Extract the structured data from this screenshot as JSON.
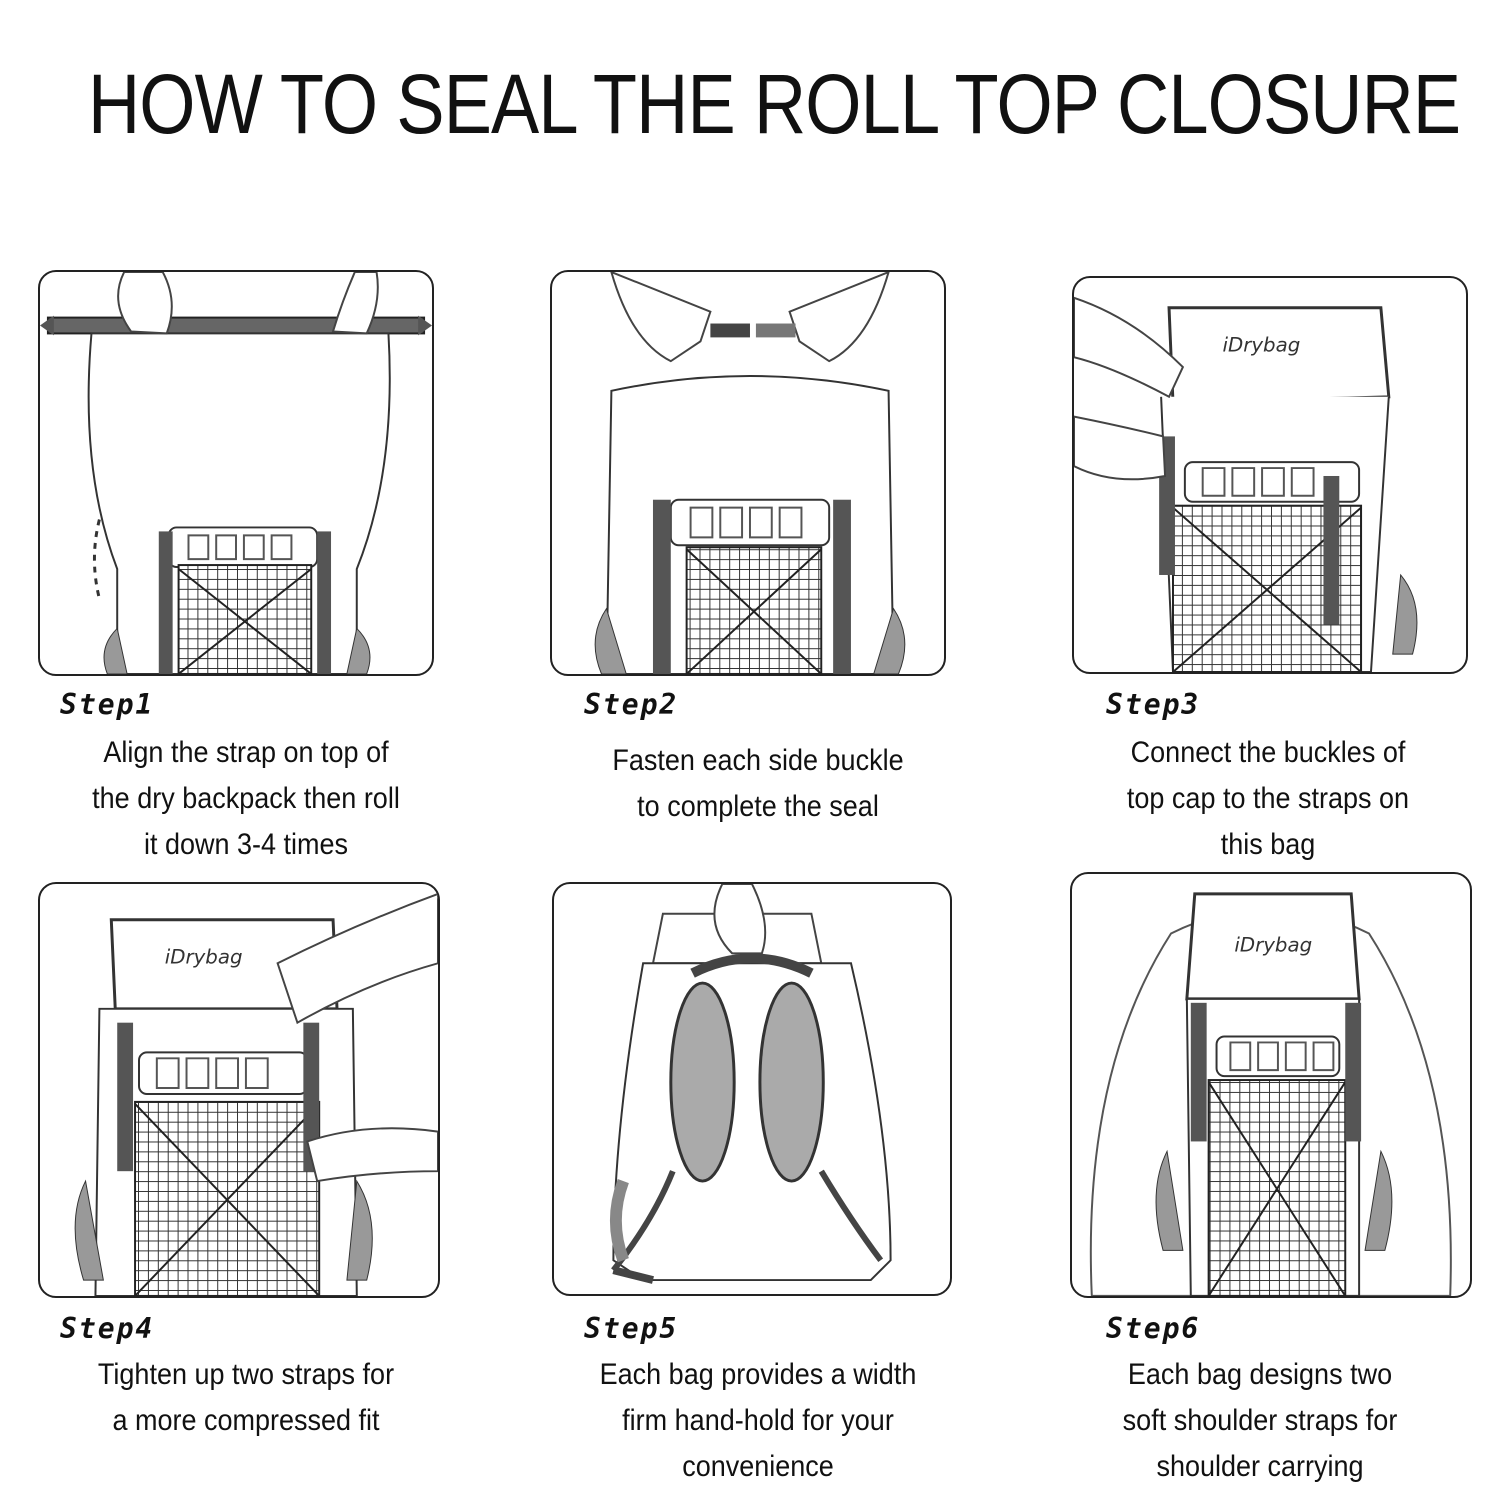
{
  "title": "HOW TO SEAL THE ROLL TOP CLOSURE",
  "brand_logo_text": "iDrybag",
  "steps": [
    {
      "label": "Step1",
      "lines": [
        "Align the strap on top of",
        "the dry backpack then roll",
        "it down 3-4 times"
      ]
    },
    {
      "label": "Step2",
      "lines": [
        "Fasten each side buckle",
        "to complete the seal"
      ]
    },
    {
      "label": "Step3",
      "lines": [
        "Connect the buckles of",
        "top cap to the straps on",
        "this bag"
      ]
    },
    {
      "label": "Step4",
      "lines": [
        "Tighten up two straps for",
        "a more compressed fit"
      ]
    },
    {
      "label": "Step5",
      "lines": [
        "Each bag provides a width",
        "firm hand-hold for your",
        "convenience"
      ]
    },
    {
      "label": "Step6",
      "lines": [
        "Each bag designs two",
        "soft shoulder straps for",
        "shoulder carrying"
      ]
    }
  ]
}
